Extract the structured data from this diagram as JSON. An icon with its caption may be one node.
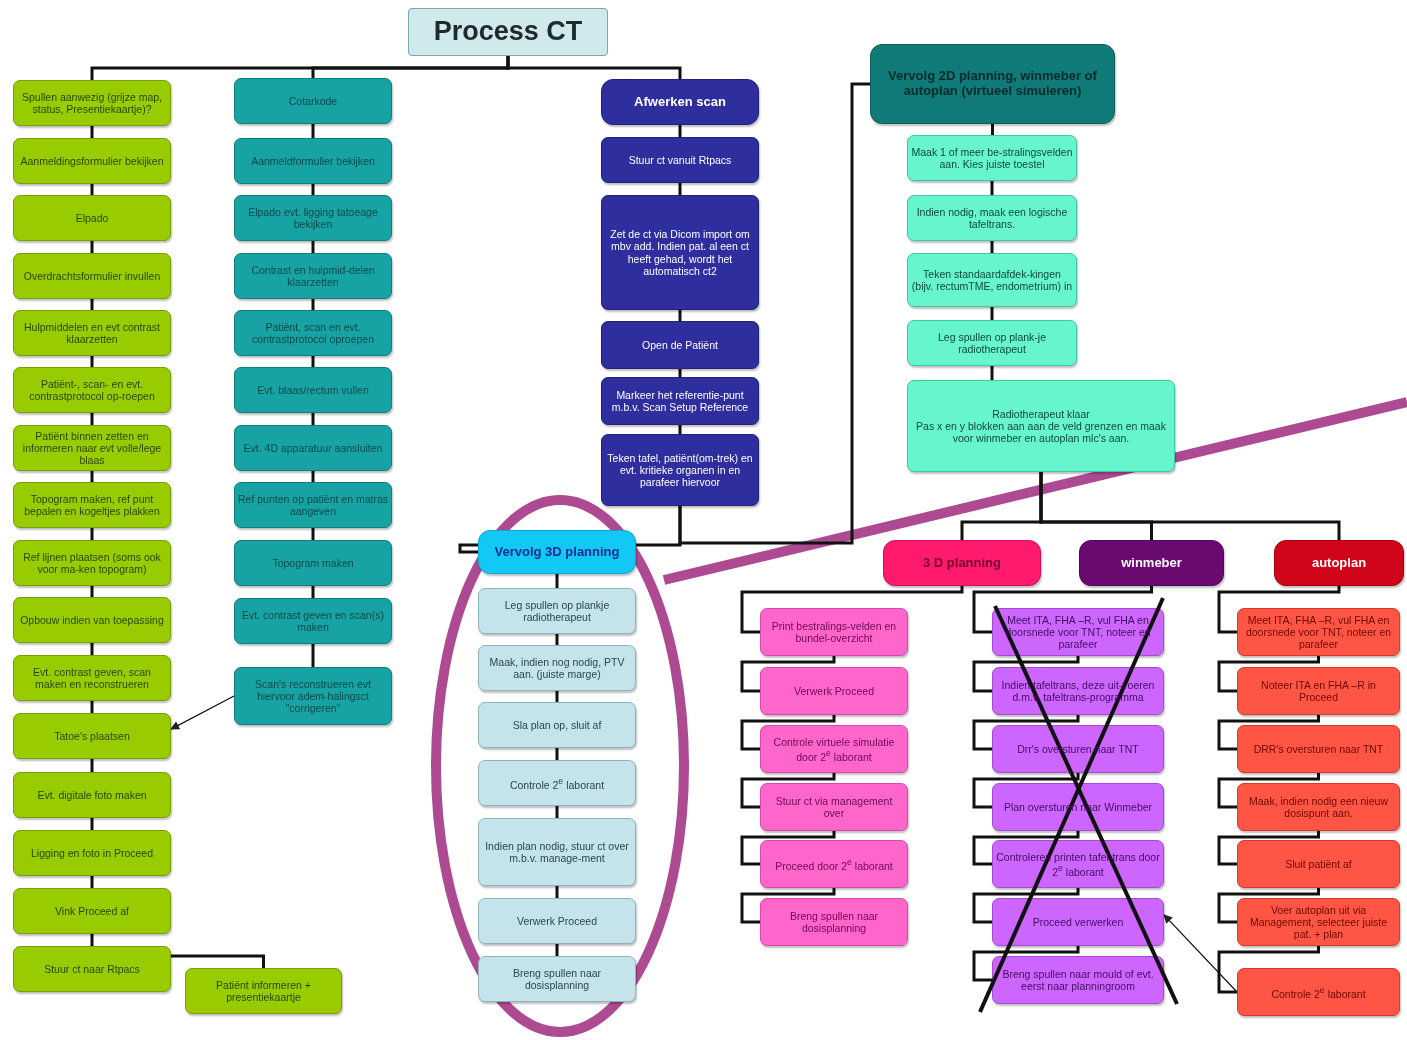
{
  "diagram": {
    "nodes": [
      {
        "text": [
          "Process CT"
        ]
      },
      {
        "text": [
          "Spullen aanwezig (grijze map, status, Presentiekaartje)?"
        ]
      },
      {
        "text": [
          "Aanmeldingsformulier bekijken"
        ]
      },
      {
        "text": [
          "Elpado"
        ]
      },
      {
        "text": [
          "Overdrachtsformulier invullen"
        ]
      },
      {
        "text": [
          "Hulpmiddelen en evt contrast klaarzetten"
        ]
      },
      {
        "text": [
          "Patiënt-, scan- en evt. contrastprotocol op-roepen"
        ]
      },
      {
        "text": [
          "Patiënt binnen zetten en informeren naar evt volle/lege blaas"
        ]
      },
      {
        "text": [
          "Topogram maken, ref punt bepalen en kogeltjes plakken"
        ]
      },
      {
        "text": [
          "Ref lijnen plaatsen (soms ook voor ma-ken topogram)"
        ]
      },
      {
        "text": [
          "Opbouw indien van toepassing"
        ]
      },
      {
        "text": [
          "Evt. contrast geven, scan maken en reconstrueren"
        ]
      },
      {
        "text": [
          "Tatoe's plaatsen"
        ]
      },
      {
        "text": [
          "Evt. digitale foto maken"
        ]
      },
      {
        "text": [
          "Ligging en foto in Proceed"
        ]
      },
      {
        "text": [
          "Vink Proceed af"
        ]
      },
      {
        "text": [
          "Stuur ct naar Rtpacs"
        ]
      },
      {
        "text": [
          "Patiënt informeren + presentiekaartje"
        ]
      },
      {
        "text": [
          "Cotarkode"
        ]
      },
      {
        "text": [
          "Aanmeldformulier bekijken"
        ]
      },
      {
        "text": [
          "Elpado evt. ligging tatoeage bekijken"
        ]
      },
      {
        "text": [
          "Contrast en hulpmid-delen klaarzetten"
        ]
      },
      {
        "text": [
          "Patiënt, scan en evt. contrastprotocol oproepen"
        ]
      },
      {
        "text": [
          "Evt. blaas/rectum vullen"
        ]
      },
      {
        "text": [
          "Evt. 4D apparatuur aansluiten"
        ]
      },
      {
        "text": [
          "Ref punten op patiënt en matras aangeven"
        ]
      },
      {
        "text": [
          "Topogram maken"
        ]
      },
      {
        "text": [
          "Evt. contrast geven en scan(s) maken"
        ]
      },
      {
        "text": [
          "Scan's reconstrueren evt hiervoor adem-halingsct \"corrigeren\""
        ]
      },
      {
        "text": [
          "Afwerken scan"
        ]
      },
      {
        "text": [
          "Stuur ct vanuit Rtpacs"
        ]
      },
      {
        "text": [
          "Zet de ct via Dicom import om mbv add. Indien pat. al een ct heeft gehad, wordt het automatisch ct2"
        ]
      },
      {
        "text": [
          "Open de Patiënt"
        ]
      },
      {
        "text": [
          "Markeer het referentie-punt m.b.v. Scan Setup Reference"
        ]
      },
      {
        "text": [
          "Teken tafel, patiënt(om-trek) en evt. kritieke organen in en parafeer hiervoor"
        ]
      },
      {
        "text": [
          "Vervolg 3D planning"
        ]
      },
      {
        "text": [
          "Leg spullen op plankje radiotherapeut"
        ]
      },
      {
        "text": [
          "Maak, indien nog nodig, PTV aan. (juiste marge)"
        ]
      },
      {
        "text": [
          "Sla plan op, sluit af"
        ]
      },
      {
        "text": [
          "Controle 2$^{e}$ laborant"
        ]
      },
      {
        "text": [
          "Indien plan nodig, stuur ct over m.b.v. manage-ment"
        ]
      },
      {
        "text": [
          "Verwerk Proceed"
        ]
      },
      {
        "text": [
          "Breng spullen naar dosisplanning"
        ]
      },
      {
        "text": [
          "Vervolg 2D planning, winmeber of autoplan (virtueel simuleren)"
        ]
      },
      {
        "text": [
          "Maak 1 of meer be-stralingsvelden aan. Kies juiste toestel"
        ]
      },
      {
        "text": [
          "Indien nodig, maak een logische tafeltrans."
        ]
      },
      {
        "text": [
          "Teken standaardafdek-kingen (bijv. rectumTME, endometrium) in"
        ]
      },
      {
        "text": [
          "Leg spullen op plank-je radiotherapeut"
        ]
      },
      {
        "text": [
          "Radiotherapeut klaar",
          "Pas x en y blokken aan aan de veld grenzen en maak voor winmeber en autoplan mlc's aan."
        ]
      },
      {
        "text": [
          "3 D planning"
        ]
      },
      {
        "text": [
          "winmeber"
        ]
      },
      {
        "text": [
          "autoplan"
        ]
      },
      {
        "text": [
          "Print bestralings-velden en bundel-overzicht"
        ]
      },
      {
        "text": [
          "Verwerk Proceed"
        ]
      },
      {
        "text": [
          "Controle virtuele simulatie door 2$^{e}$ laborant"
        ]
      },
      {
        "text": [
          "Stuur ct via management over"
        ]
      },
      {
        "text": [
          "Proceed door 2$^{e}$ laborant"
        ]
      },
      {
        "text": [
          "Breng spullen naar dosisplanning"
        ]
      },
      {
        "text": [
          "Meet ITA, FHA –R, vul FHA en doorsnede voor TNT, noteer en parafeer"
        ]
      },
      {
        "text": [
          "Indien tafeltrans, deze uit-voeren d.m.v. tafeltrans-programma"
        ]
      },
      {
        "text": [
          "Drr's oversturen naar TNT"
        ]
      },
      {
        "text": [
          "Plan oversturen naar Winmeber"
        ]
      },
      {
        "text": [
          "Controleren printen tafel-trans door 2$^{e}$ laborant"
        ]
      },
      {
        "text": [
          "Proceed verwerken"
        ]
      },
      {
        "text": [
          "Breng spullen naar mould of evt. eerst naar planningroom"
        ]
      },
      {
        "text": [
          "Meet ITA, FHA –R, vul FHA en doorsnede voor TNT, noteer en parafeer"
        ]
      },
      {
        "text": [
          "Noteer ITA en FHA –R in Proceed"
        ]
      },
      {
        "text": [
          "DRR's oversturen naar TNT"
        ]
      },
      {
        "text": [
          "Maak, indien nodig een nieuw dosispunt aan."
        ]
      },
      {
        "text": [
          "Sluit patiënt af"
        ]
      },
      {
        "text": [
          "Voer autoplan uit via Management, selecteer juiste pat. + plan"
        ]
      },
      {
        "text": [
          "Controle 2$^{e}$ laborant"
        ]
      }
    ],
    "edges": [
      {
        "from": 0,
        "to": 1,
        "arrow": "none"
      },
      {
        "from": 0,
        "to": 18,
        "arrow": "none"
      },
      {
        "from": 0,
        "to": 29,
        "arrow": "none"
      },
      {
        "from": 1,
        "to": 2,
        "arrow": "none"
      },
      {
        "from": 2,
        "to": 3,
        "arrow": "none"
      },
      {
        "from": 3,
        "to": 4,
        "arrow": "none"
      },
      {
        "from": 4,
        "to": 5,
        "arrow": "none"
      },
      {
        "from": 5,
        "to": 6,
        "arrow": "none"
      },
      {
        "from": 6,
        "to": 7,
        "arrow": "none"
      },
      {
        "from": 7,
        "to": 8,
        "arrow": "none"
      },
      {
        "from": 8,
        "to": 9,
        "arrow": "none"
      },
      {
        "from": 9,
        "to": 10,
        "arrow": "none"
      },
      {
        "from": 10,
        "to": 11,
        "arrow": "none"
      },
      {
        "from": 11,
        "to": 12,
        "arrow": "none"
      },
      {
        "from": 12,
        "to": 13,
        "arrow": "none"
      },
      {
        "from": 13,
        "to": 14,
        "arrow": "none"
      },
      {
        "from": 14,
        "to": 15,
        "arrow": "none"
      },
      {
        "from": 15,
        "to": 16,
        "arrow": "none"
      },
      {
        "from": 16,
        "to": 17,
        "arrow": "none"
      },
      {
        "from": 18,
        "to": 19,
        "arrow": "none"
      },
      {
        "from": 19,
        "to": 20,
        "arrow": "none"
      },
      {
        "from": 20,
        "to": 21,
        "arrow": "none"
      },
      {
        "from": 21,
        "to": 22,
        "arrow": "none"
      },
      {
        "from": 22,
        "to": 23,
        "arrow": "none"
      },
      {
        "from": 23,
        "to": 24,
        "arrow": "none"
      },
      {
        "from": 24,
        "to": 25,
        "arrow": "none"
      },
      {
        "from": 25,
        "to": 26,
        "arrow": "none"
      },
      {
        "from": 26,
        "to": 27,
        "arrow": "none"
      },
      {
        "from": 27,
        "to": 28,
        "arrow": "none"
      },
      {
        "from": 28,
        "to": 12,
        "arrow": "to"
      },
      {
        "from": 29,
        "to": 30,
        "arrow": "none"
      },
      {
        "from": 30,
        "to": 31,
        "arrow": "none"
      },
      {
        "from": 31,
        "to": 32,
        "arrow": "none"
      },
      {
        "from": 32,
        "to": 33,
        "arrow": "none"
      },
      {
        "from": 33,
        "to": 34,
        "arrow": "none"
      },
      {
        "from": 34,
        "to": 35,
        "arrow": "none"
      },
      {
        "from": 34,
        "to": 43,
        "arrow": "none"
      },
      {
        "from": 35,
        "to": 36,
        "arrow": "none"
      },
      {
        "from": 36,
        "to": 37,
        "arrow": "none"
      },
      {
        "from": 37,
        "to": 38,
        "arrow": "none"
      },
      {
        "from": 38,
        "to": 39,
        "arrow": "none"
      },
      {
        "from": 39,
        "to": 40,
        "arrow": "none"
      },
      {
        "from": 40,
        "to": 41,
        "arrow": "none"
      },
      {
        "from": 41,
        "to": 42,
        "arrow": "none"
      },
      {
        "from": 43,
        "to": 44,
        "arrow": "none"
      },
      {
        "from": 44,
        "to": 45,
        "arrow": "none"
      },
      {
        "from": 45,
        "to": 46,
        "arrow": "none"
      },
      {
        "from": 46,
        "to": 47,
        "arrow": "none"
      },
      {
        "from": 47,
        "to": 48,
        "arrow": "none"
      },
      {
        "from": 48,
        "to": 49,
        "arrow": "none"
      },
      {
        "from": 48,
        "to": 50,
        "arrow": "none"
      },
      {
        "from": 48,
        "to": 51,
        "arrow": "none"
      },
      {
        "from": 49,
        "to": 52,
        "arrow": "none"
      },
      {
        "from": 52,
        "to": 53,
        "arrow": "none"
      },
      {
        "from": 53,
        "to": 54,
        "arrow": "none"
      },
      {
        "from": 54,
        "to": 55,
        "arrow": "none"
      },
      {
        "from": 55,
        "to": 56,
        "arrow": "none"
      },
      {
        "from": 56,
        "to": 57,
        "arrow": "none"
      },
      {
        "from": 50,
        "to": 58,
        "arrow": "none"
      },
      {
        "from": 58,
        "to": 59,
        "arrow": "none"
      },
      {
        "from": 59,
        "to": 60,
        "arrow": "none"
      },
      {
        "from": 60,
        "to": 61,
        "arrow": "none"
      },
      {
        "from": 61,
        "to": 62,
        "arrow": "none"
      },
      {
        "from": 62,
        "to": 63,
        "arrow": "none"
      },
      {
        "from": 63,
        "to": 64,
        "arrow": "none"
      },
      {
        "from": 51,
        "to": 65,
        "arrow": "none"
      },
      {
        "from": 65,
        "to": 66,
        "arrow": "none"
      },
      {
        "from": 66,
        "to": 67,
        "arrow": "none"
      },
      {
        "from": 67,
        "to": 68,
        "arrow": "none"
      },
      {
        "from": 68,
        "to": 69,
        "arrow": "none"
      },
      {
        "from": 69,
        "to": 70,
        "arrow": "none"
      },
      {
        "from": 70,
        "to": 71,
        "arrow": "none"
      },
      {
        "from": 71,
        "to": 63,
        "arrow": "to"
      }
    ]
  }
}
